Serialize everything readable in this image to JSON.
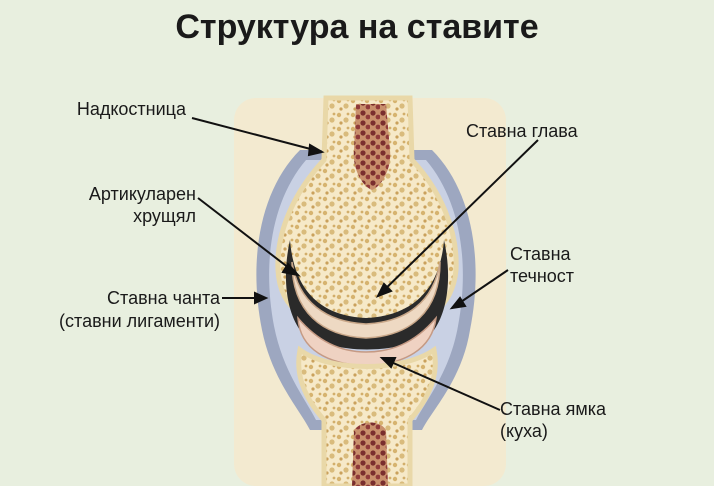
{
  "title": "Структура на ставите",
  "labels": {
    "periosteum": "Надкостница",
    "cartilage_1": "Артикуларен",
    "cartilage_2": "хрущял",
    "capsule_1": "Ставна чанта",
    "capsule_2": "(ставни лигаменти)",
    "head": "Ставна глава",
    "fluid_1": "Ставна",
    "fluid_2": "течност",
    "socket_1": "Ставна ямка",
    "socket_2": "(куха)"
  },
  "colors": {
    "background": "#e8efdf",
    "panel": "#f3ead0",
    "bone": "#f5e7c2",
    "spongy": "#d7b777",
    "marrow": "#8a3a3a",
    "cartilage": "#eed9c3",
    "capsule": "#8290b4",
    "fluid": "#2a2a2a"
  }
}
